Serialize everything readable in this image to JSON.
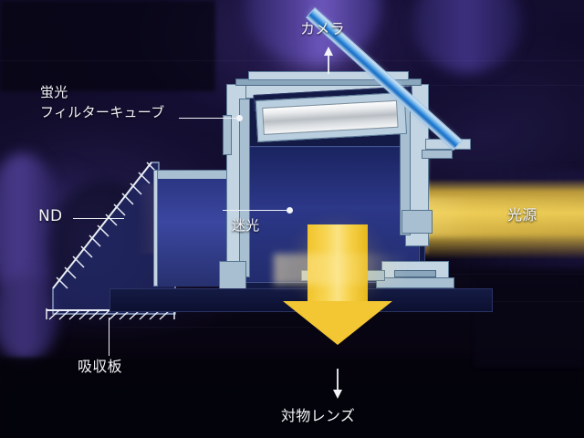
{
  "diagram": {
    "title": "Fluorescence filter cube optical path cross-section",
    "background_color": "#0a0718",
    "labels": {
      "camera": "カメラ",
      "filter_cube_line1": "蛍光",
      "filter_cube_line2": "フィルターキューブ",
      "nd": "ND",
      "stray_light": "迷光",
      "light_source": "光源",
      "absorber_plate": "吸収板",
      "objective_lens": "対物レンズ"
    },
    "colors": {
      "beam_main": "#f5d24f",
      "beam_stray": "#9c6a54",
      "dichroic": "#2f86d8",
      "metal": "#c3d4e2",
      "body_navy": "#1f2a6b",
      "label_text": "#f2f4f8"
    },
    "icons": {
      "camera_arrow": "arrow-up",
      "objective_arrow": "arrow-down",
      "illumination_arrow": "arrow-down-large"
    }
  }
}
